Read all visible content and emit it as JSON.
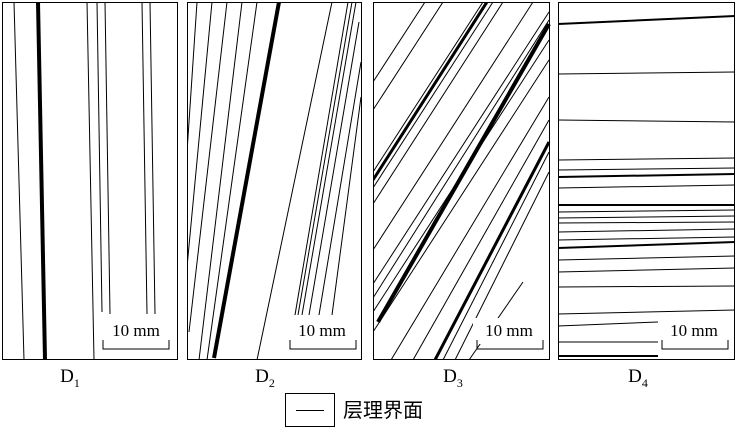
{
  "figure": {
    "panels": [
      {
        "id": "D1",
        "letter": "D",
        "index": "1",
        "scale_label": "10 mm"
      },
      {
        "id": "D2",
        "letter": "D",
        "index": "2",
        "scale_label": "10 mm"
      },
      {
        "id": "D3",
        "letter": "D",
        "index": "3",
        "scale_label": "10 mm"
      },
      {
        "id": "D4",
        "letter": "D",
        "index": "4",
        "scale_label": "10 mm"
      }
    ],
    "legend": {
      "label": "层理界面"
    },
    "colors": {
      "line": "#000000",
      "background": "#ffffff"
    }
  }
}
